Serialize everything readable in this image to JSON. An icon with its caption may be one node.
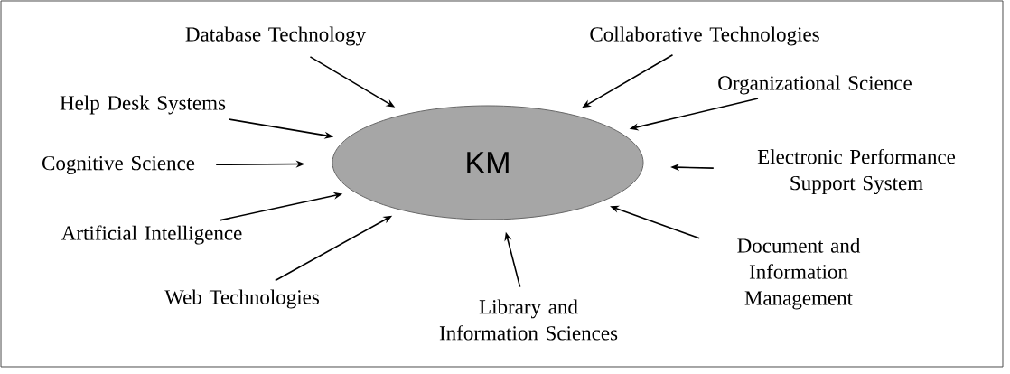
{
  "diagram": {
    "nodes": [
      {
        "text": [
          "KM"
        ]
      },
      {
        "text": [
          "Database Technology"
        ]
      },
      {
        "text": [
          "Collaborative Technologies"
        ]
      },
      {
        "text": [
          "Organizational Science"
        ]
      },
      {
        "text": [
          "Help Desk Systems"
        ]
      },
      {
        "text": [
          "Cognitive Science"
        ]
      },
      {
        "text": [
          "Electronic Performance Support System"
        ]
      },
      {
        "text": [
          "Artificial Intelligence"
        ]
      },
      {
        "text": [
          "Web Technologies"
        ]
      },
      {
        "text": [
          "Library and Information Sciences"
        ]
      },
      {
        "text": [
          "Document and Information Management"
        ]
      }
    ],
    "edges": [
      {
        "from": 1,
        "to": 0,
        "arrow": "to"
      },
      {
        "from": 2,
        "to": 0,
        "arrow": "to"
      },
      {
        "from": 3,
        "to": 0,
        "arrow": "to"
      },
      {
        "from": 4,
        "to": 0,
        "arrow": "to"
      },
      {
        "from": 5,
        "to": 0,
        "arrow": "to"
      },
      {
        "from": 6,
        "to": 0,
        "arrow": "to"
      },
      {
        "from": 7,
        "to": 0,
        "arrow": "to"
      },
      {
        "from": 8,
        "to": 0,
        "arrow": "to"
      },
      {
        "from": 9,
        "to": 0,
        "arrow": "to"
      },
      {
        "from": 10,
        "to": 0,
        "arrow": "to"
      }
    ]
  }
}
